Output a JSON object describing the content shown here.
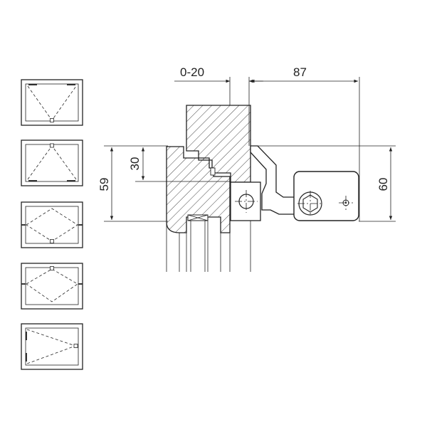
{
  "drawing": {
    "dimensions": {
      "gap": "0-20",
      "overhang": "87",
      "sash_offset": "30",
      "frame_height": "59",
      "bracket_height": "60"
    }
  },
  "legend": {
    "icons": [
      {
        "id": "opening-top-hinged"
      },
      {
        "id": "opening-bottom-hinged"
      },
      {
        "id": "opening-side-hinged-low"
      },
      {
        "id": "opening-side-hinged-high"
      },
      {
        "id": "opening-left-hinged"
      }
    ]
  },
  "colors": {
    "line": "#222222",
    "background": "#ffffff"
  }
}
